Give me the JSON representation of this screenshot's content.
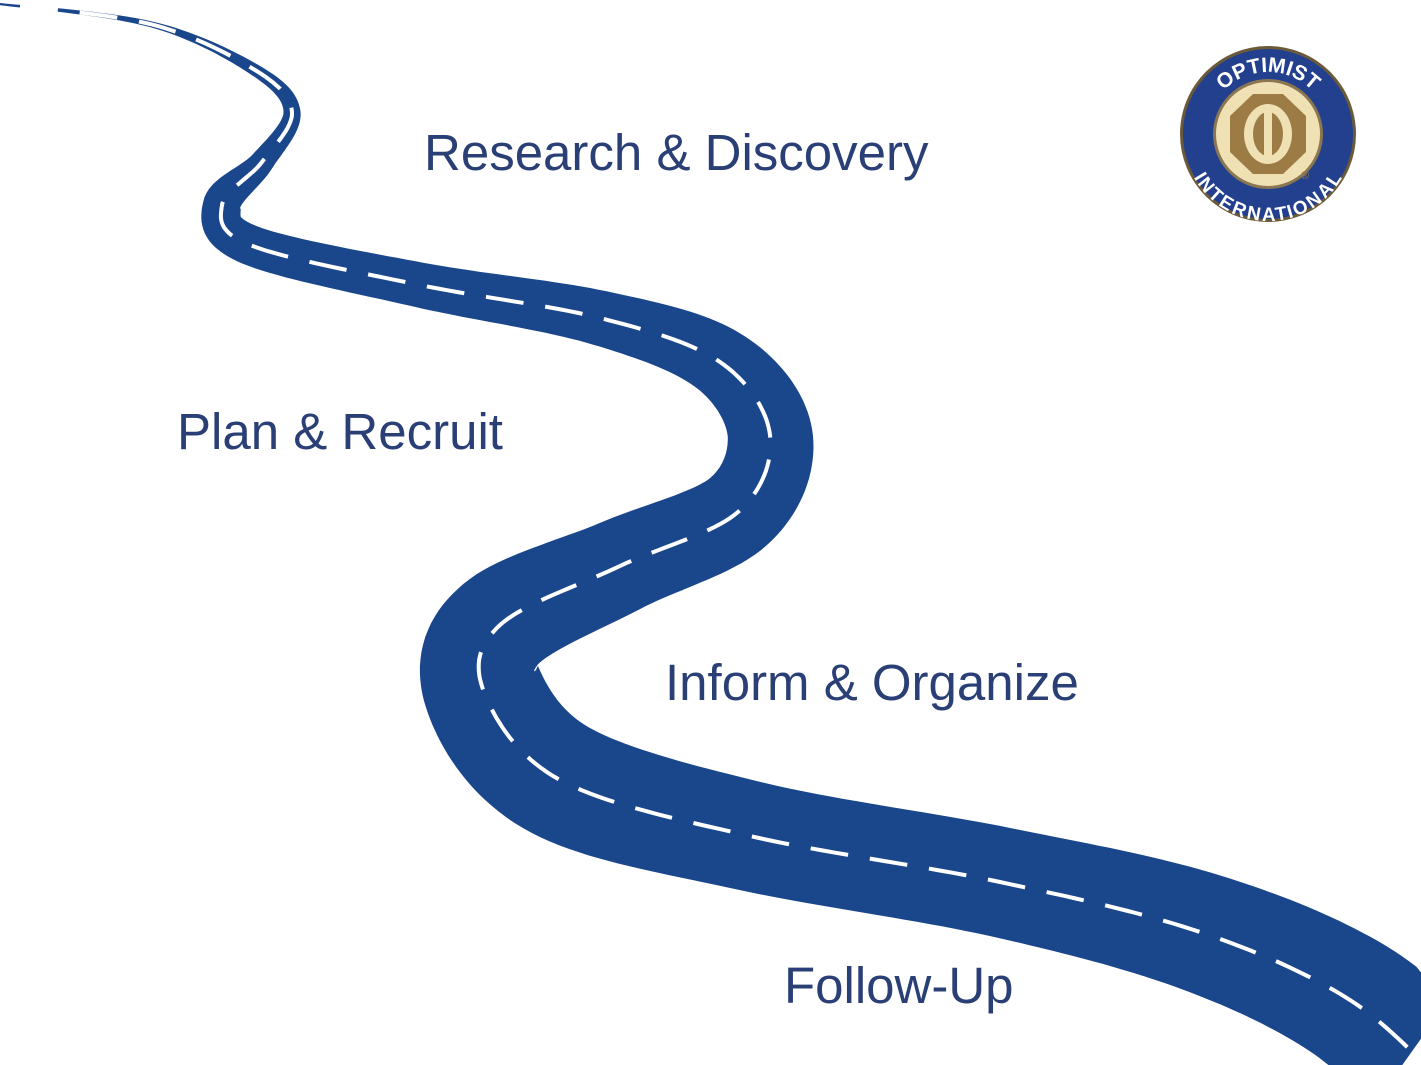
{
  "steps": [
    {
      "label": "Research & Discovery"
    },
    {
      "label": "Plan & Recruit"
    },
    {
      "label": "Inform & Organize"
    },
    {
      "label": "Follow-Up"
    }
  ],
  "logo": {
    "top_text": "OPTIMIST",
    "bottom_text": "INTERNATIONAL",
    "mark": "®"
  },
  "colors": {
    "road": "#1a468c",
    "text": "#2a3f75",
    "logo_ring": "#23408e",
    "logo_inner": "#f0e1b5",
    "logo_emblem": "#9c7b45"
  }
}
